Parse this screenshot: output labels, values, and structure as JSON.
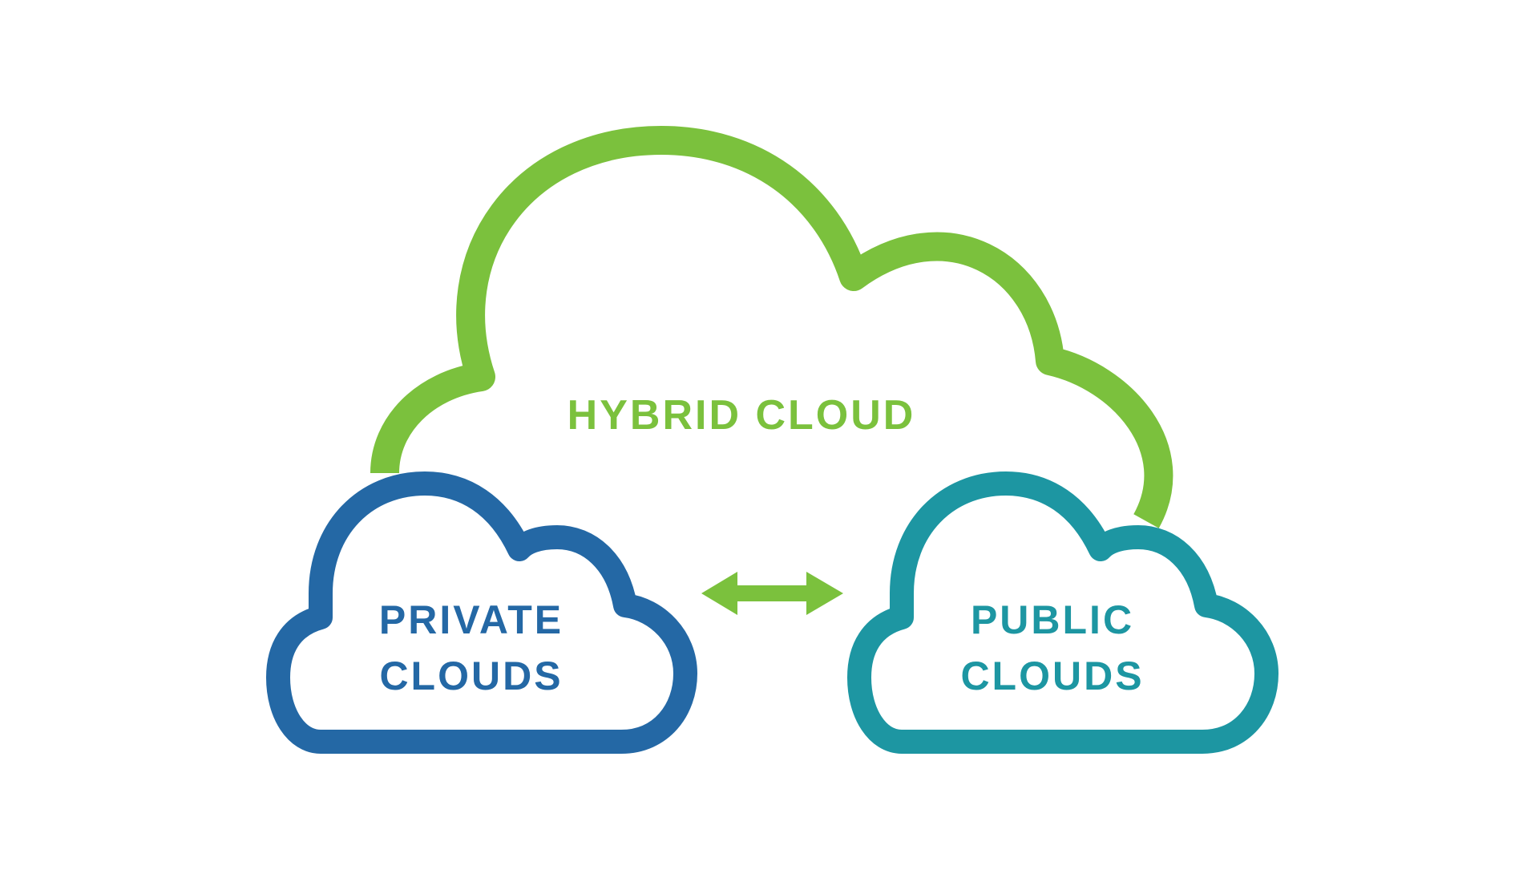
{
  "hybrid_cloud": {
    "label": "HYBRID CLOUD",
    "color": "#7bc13d"
  },
  "private_cloud": {
    "line1": "PRIVATE",
    "line2": "CLOUDS",
    "color": "#2468a5"
  },
  "public_cloud": {
    "line1": "PUBLIC",
    "line2": "CLOUDS",
    "color": "#1d96a2"
  },
  "connector": {
    "icon": "double-arrow-icon",
    "color": "#7bc13d"
  }
}
